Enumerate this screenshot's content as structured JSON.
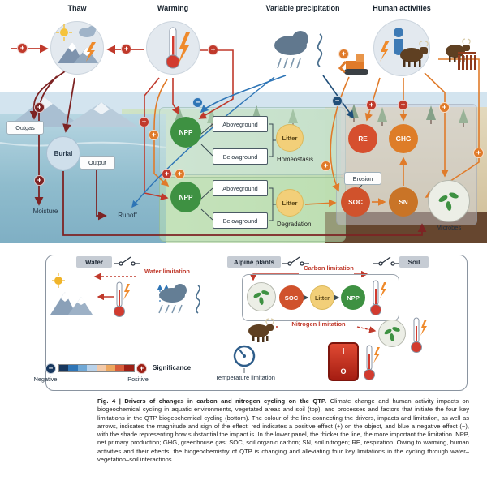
{
  "drivers": {
    "thaw": "Thaw",
    "warming": "Warming",
    "precipitation": "Variable precipitation",
    "human": "Human activities"
  },
  "aquatic": {
    "outgas": "Outgas",
    "burial": "Burial",
    "output": "Output",
    "moisture": "Moisture",
    "runoff": "Runoff"
  },
  "vegetated": {
    "npp": "NPP",
    "aboveground": "Aboveground",
    "belowground": "Belowground",
    "litter": "Litter",
    "homeostasis": "Homeostasis",
    "degradation": "Degradation"
  },
  "soil": {
    "re": "RE",
    "ghg": "GHG",
    "erosion": "Erosion",
    "soc": "SOC",
    "sn": "SN",
    "microbes": "Microbes"
  },
  "lower": {
    "headers": {
      "water": "Water",
      "alpine": "Alpine plants",
      "soil": "Soil"
    },
    "limitations": {
      "water": "Water limitation",
      "carbon": "Carbon limitation",
      "nitrogen": "Nitrogen limitation",
      "temperature": "Temperature limitation"
    },
    "chain": {
      "soc": "SOC",
      "litter": "Litter",
      "npp": "NPP"
    },
    "legend": {
      "title": "Significance",
      "negative": "Negative",
      "positive": "Positive"
    },
    "power_switch": {
      "on": "I",
      "off": "O"
    }
  },
  "symbols": {
    "plus": "+",
    "minus": "−"
  },
  "colors": {
    "positive_effect": "#c0392b",
    "negative_effect": "#2e75b6"
  },
  "caption": {
    "lead": "Fig. 4 | Drivers of changes in carbon and nitrogen cycling on the QTP.",
    "body": " Climate change and human activity impacts on biogeochemical cycling in aquatic environments, vegetated areas and soil (top), and processes and factors that initiate the four key limitations in the QTP biogeochemical cycling (bottom). The colour of the line connecting the drivers, impacts and limitation, as well as arrows, indicates the magnitude and sign of the effect: red indicates a positive effect (+) on the object, and blue a negative effect (−), with the shade representing how substantial the impact is. In the lower panel, the thicker the line, the more important the limitation. NPP, net primary production; GHG, greenhouse gas; SOC, soil organic carbon; SN, soil nitrogen; RE, respiration. Owing to warming, human activities and their effects, the biogeochemistry of QTP is changing and alleviating four key limitations in the cycling through water–vegetation–soil interactions."
  }
}
